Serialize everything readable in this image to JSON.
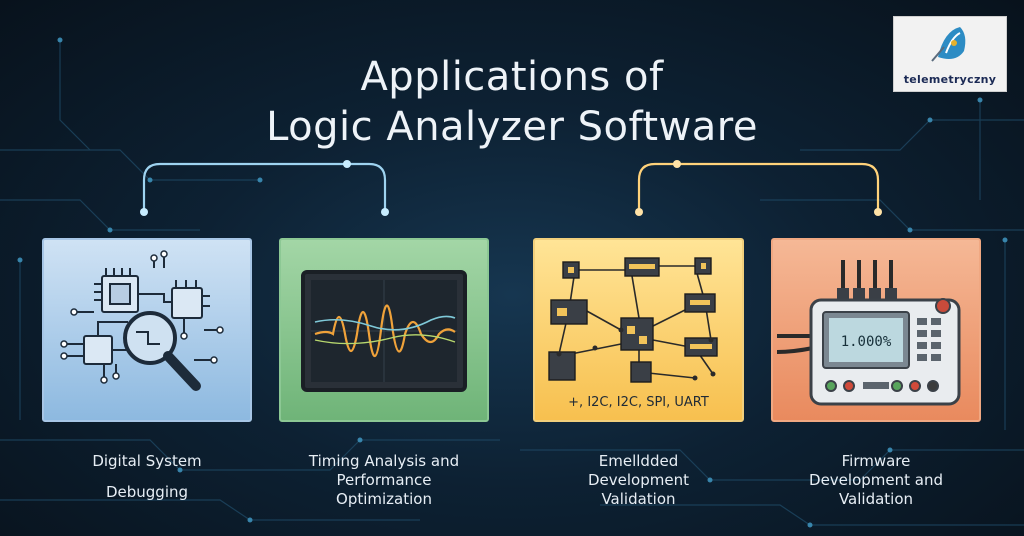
{
  "title": {
    "line1": "Applications of",
    "line2": "Logic Analyzer Software"
  },
  "logo": {
    "text": "telemetryczny"
  },
  "cards": [
    {
      "id": "digital-system-debugging",
      "label_lines": [
        "Digital System",
        "Debugging"
      ]
    },
    {
      "id": "timing-analysis",
      "label_lines": [
        "Timing Analysis and",
        "Performance",
        "Optimization"
      ]
    },
    {
      "id": "embedded-validation",
      "label_lines": [
        "Emelldded",
        "Development",
        "Validation"
      ],
      "protocols": "+, I2C, I2C, SPI, UART"
    },
    {
      "id": "firmware-validation",
      "label_lines": [
        "Firmware",
        "Development and",
        "Validation"
      ],
      "display_value": "1.000%"
    }
  ],
  "colors": {
    "background": "#0a1622",
    "connector_left": "#9ed3f0",
    "connector_right": "#ffd27a"
  }
}
